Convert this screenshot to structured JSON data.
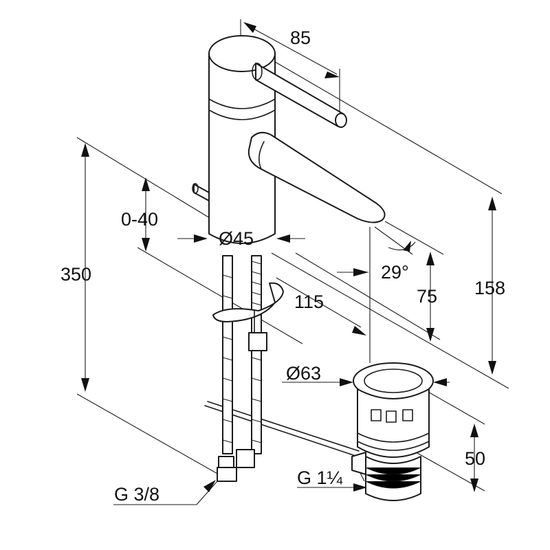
{
  "dimensions": {
    "spout_reach_lever": "85",
    "height_total": "350",
    "pop_up_range": "0-40",
    "body_diameter": "Ø45",
    "spout_angle": "29°",
    "spout_projection": "115",
    "spout_outlet_height": "75",
    "tap_height": "158",
    "waste_diameter": "Ø63",
    "waste_height": "50",
    "supply_thread": "G 3/8",
    "waste_thread": "G 1¼"
  }
}
